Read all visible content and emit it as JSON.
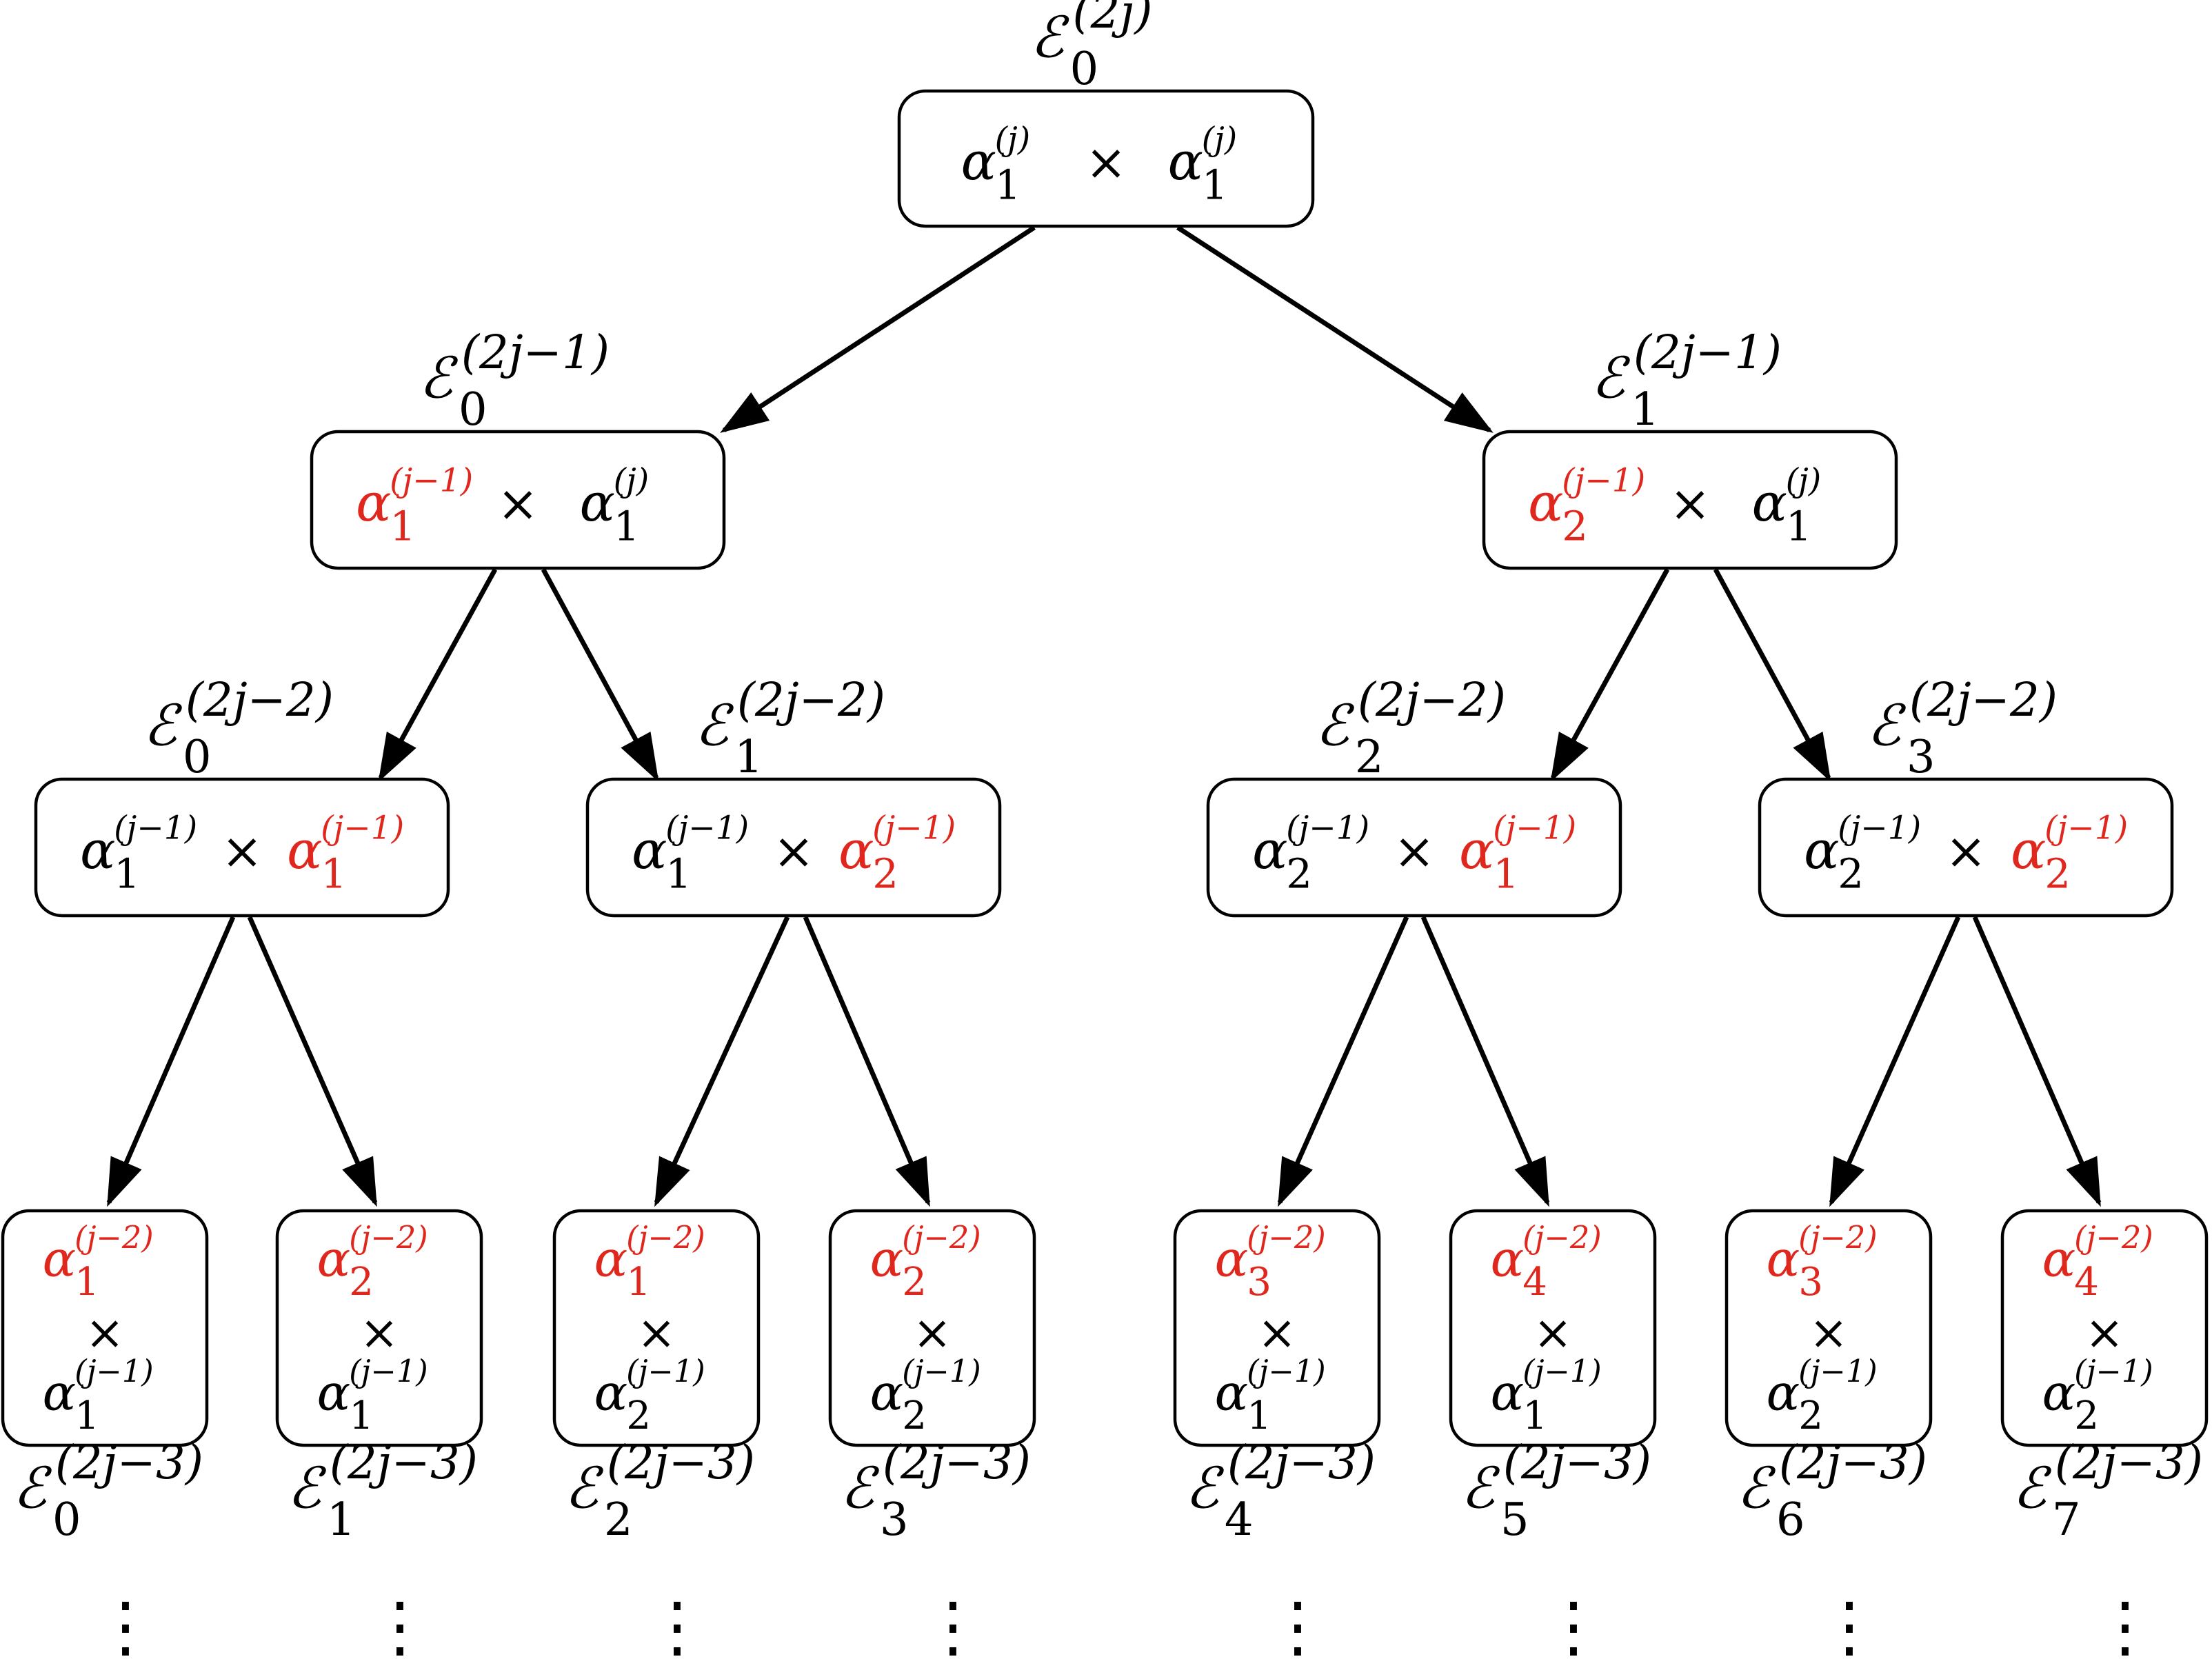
{
  "colors": {
    "highlight": "#e0271d",
    "text": "#000000",
    "edge": "#000000"
  },
  "nodes": [
    {
      "id": "n0",
      "label": {
        "sym": "ℰ",
        "sub": "0",
        "sup": "(2j)"
      },
      "terms": [
        {
          "sym": "α",
          "sub": "1",
          "sup": "(j)",
          "red": false
        },
        {
          "sym": "α",
          "sub": "1",
          "sup": "(j)",
          "red": false
        }
      ]
    },
    {
      "id": "n1",
      "label": {
        "sym": "ℰ",
        "sub": "0",
        "sup": "(2j−1)"
      },
      "terms": [
        {
          "sym": "α",
          "sub": "1",
          "sup": "(j−1)",
          "red": true
        },
        {
          "sym": "α",
          "sub": "1",
          "sup": "(j)",
          "red": false
        }
      ]
    },
    {
      "id": "n2",
      "label": {
        "sym": "ℰ",
        "sub": "1",
        "sup": "(2j−1)"
      },
      "terms": [
        {
          "sym": "α",
          "sub": "2",
          "sup": "(j−1)",
          "red": true
        },
        {
          "sym": "α",
          "sub": "1",
          "sup": "(j)",
          "red": false
        }
      ]
    },
    {
      "id": "n3",
      "label": {
        "sym": "ℰ",
        "sub": "0",
        "sup": "(2j−2)"
      },
      "terms": [
        {
          "sym": "α",
          "sub": "1",
          "sup": "(j−1)",
          "red": false
        },
        {
          "sym": "α",
          "sub": "1",
          "sup": "(j−1)",
          "red": true
        }
      ]
    },
    {
      "id": "n4",
      "label": {
        "sym": "ℰ",
        "sub": "1",
        "sup": "(2j−2)"
      },
      "terms": [
        {
          "sym": "α",
          "sub": "1",
          "sup": "(j−1)",
          "red": false
        },
        {
          "sym": "α",
          "sub": "2",
          "sup": "(j−1)",
          "red": true
        }
      ]
    },
    {
      "id": "n5",
      "label": {
        "sym": "ℰ",
        "sub": "2",
        "sup": "(2j−2)"
      },
      "terms": [
        {
          "sym": "α",
          "sub": "2",
          "sup": "(j−1)",
          "red": false
        },
        {
          "sym": "α",
          "sub": "1",
          "sup": "(j−1)",
          "red": true
        }
      ]
    },
    {
      "id": "n6",
      "label": {
        "sym": "ℰ",
        "sub": "3",
        "sup": "(2j−2)"
      },
      "terms": [
        {
          "sym": "α",
          "sub": "2",
          "sup": "(j−1)",
          "red": false
        },
        {
          "sym": "α",
          "sub": "2",
          "sup": "(j−1)",
          "red": true
        }
      ]
    },
    {
      "id": "n7",
      "label": {
        "sym": "ℰ",
        "sub": "0",
        "sup": "(2j−3)"
      },
      "terms": [
        {
          "sym": "α",
          "sub": "1",
          "sup": "(j−2)",
          "red": true
        },
        {
          "sym": "α",
          "sub": "1",
          "sup": "(j−1)",
          "red": false
        }
      ]
    },
    {
      "id": "n8",
      "label": {
        "sym": "ℰ",
        "sub": "1",
        "sup": "(2j−3)"
      },
      "terms": [
        {
          "sym": "α",
          "sub": "2",
          "sup": "(j−2)",
          "red": true
        },
        {
          "sym": "α",
          "sub": "1",
          "sup": "(j−1)",
          "red": false
        }
      ]
    },
    {
      "id": "n9",
      "label": {
        "sym": "ℰ",
        "sub": "2",
        "sup": "(2j−3)"
      },
      "terms": [
        {
          "sym": "α",
          "sub": "1",
          "sup": "(j−2)",
          "red": true
        },
        {
          "sym": "α",
          "sub": "2",
          "sup": "(j−1)",
          "red": false
        }
      ]
    },
    {
      "id": "n10",
      "label": {
        "sym": "ℰ",
        "sub": "3",
        "sup": "(2j−3)"
      },
      "terms": [
        {
          "sym": "α",
          "sub": "2",
          "sup": "(j−2)",
          "red": true
        },
        {
          "sym": "α",
          "sub": "2",
          "sup": "(j−1)",
          "red": false
        }
      ]
    },
    {
      "id": "n11",
      "label": {
        "sym": "ℰ",
        "sub": "4",
        "sup": "(2j−3)"
      },
      "terms": [
        {
          "sym": "α",
          "sub": "3",
          "sup": "(j−2)",
          "red": true
        },
        {
          "sym": "α",
          "sub": "1",
          "sup": "(j−1)",
          "red": false
        }
      ]
    },
    {
      "id": "n12",
      "label": {
        "sym": "ℰ",
        "sub": "5",
        "sup": "(2j−3)"
      },
      "terms": [
        {
          "sym": "α",
          "sub": "4",
          "sup": "(j−2)",
          "red": true
        },
        {
          "sym": "α",
          "sub": "1",
          "sup": "(j−1)",
          "red": false
        }
      ]
    },
    {
      "id": "n13",
      "label": {
        "sym": "ℰ",
        "sub": "6",
        "sup": "(2j−3)"
      },
      "terms": [
        {
          "sym": "α",
          "sub": "3",
          "sup": "(j−2)",
          "red": true
        },
        {
          "sym": "α",
          "sub": "2",
          "sup": "(j−1)",
          "red": false
        }
      ]
    },
    {
      "id": "n14",
      "label": {
        "sym": "ℰ",
        "sub": "7",
        "sup": "(2j−3)"
      },
      "terms": [
        {
          "sym": "α",
          "sub": "4",
          "sup": "(j−2)",
          "red": true
        },
        {
          "sym": "α",
          "sub": "2",
          "sup": "(j−1)",
          "red": false
        }
      ]
    }
  ],
  "edges": [
    [
      "n0",
      "n1"
    ],
    [
      "n0",
      "n2"
    ],
    [
      "n1",
      "n3"
    ],
    [
      "n1",
      "n4"
    ],
    [
      "n2",
      "n5"
    ],
    [
      "n2",
      "n6"
    ],
    [
      "n3",
      "n7"
    ],
    [
      "n3",
      "n8"
    ],
    [
      "n4",
      "n9"
    ],
    [
      "n4",
      "n10"
    ],
    [
      "n5",
      "n11"
    ],
    [
      "n5",
      "n12"
    ],
    [
      "n6",
      "n13"
    ],
    [
      "n6",
      "n14"
    ]
  ],
  "operator": "×",
  "continuation": "⋮"
}
